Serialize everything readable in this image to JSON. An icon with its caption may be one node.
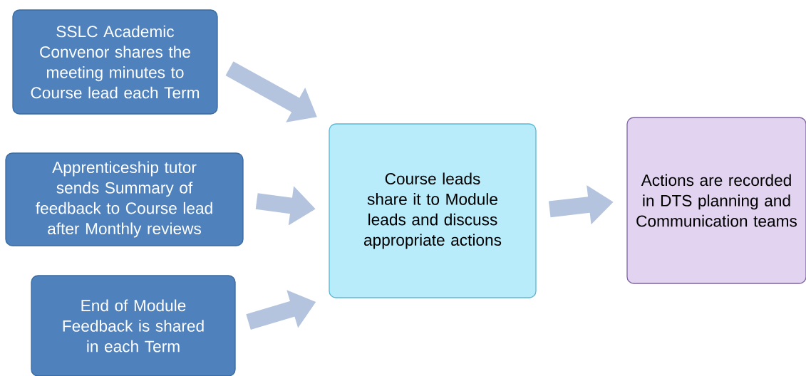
{
  "diagram": {
    "nodes": [
      {
        "text": [
          "SSLC Academic Convenor shares the meeting minutes to Course lead each Term"
        ]
      },
      {
        "text": [
          "Apprenticeship tutor sends Summary of feedback to Course lead after Monthly reviews"
        ]
      },
      {
        "text": [
          "End of Module Feedback is shared in each Term"
        ]
      },
      {
        "text": [
          "Course leads share it to Module leads and discuss appropriate actions"
        ]
      },
      {
        "text": [
          "Actions are recorded in DTS planning and Communication teams"
        ]
      }
    ],
    "edges": [
      {
        "from": 0,
        "to": 3,
        "arrow": "to"
      },
      {
        "from": 1,
        "to": 3,
        "arrow": "to"
      },
      {
        "from": 2,
        "to": 3,
        "arrow": "to"
      },
      {
        "from": 3,
        "to": 4,
        "arrow": "to"
      }
    ]
  }
}
